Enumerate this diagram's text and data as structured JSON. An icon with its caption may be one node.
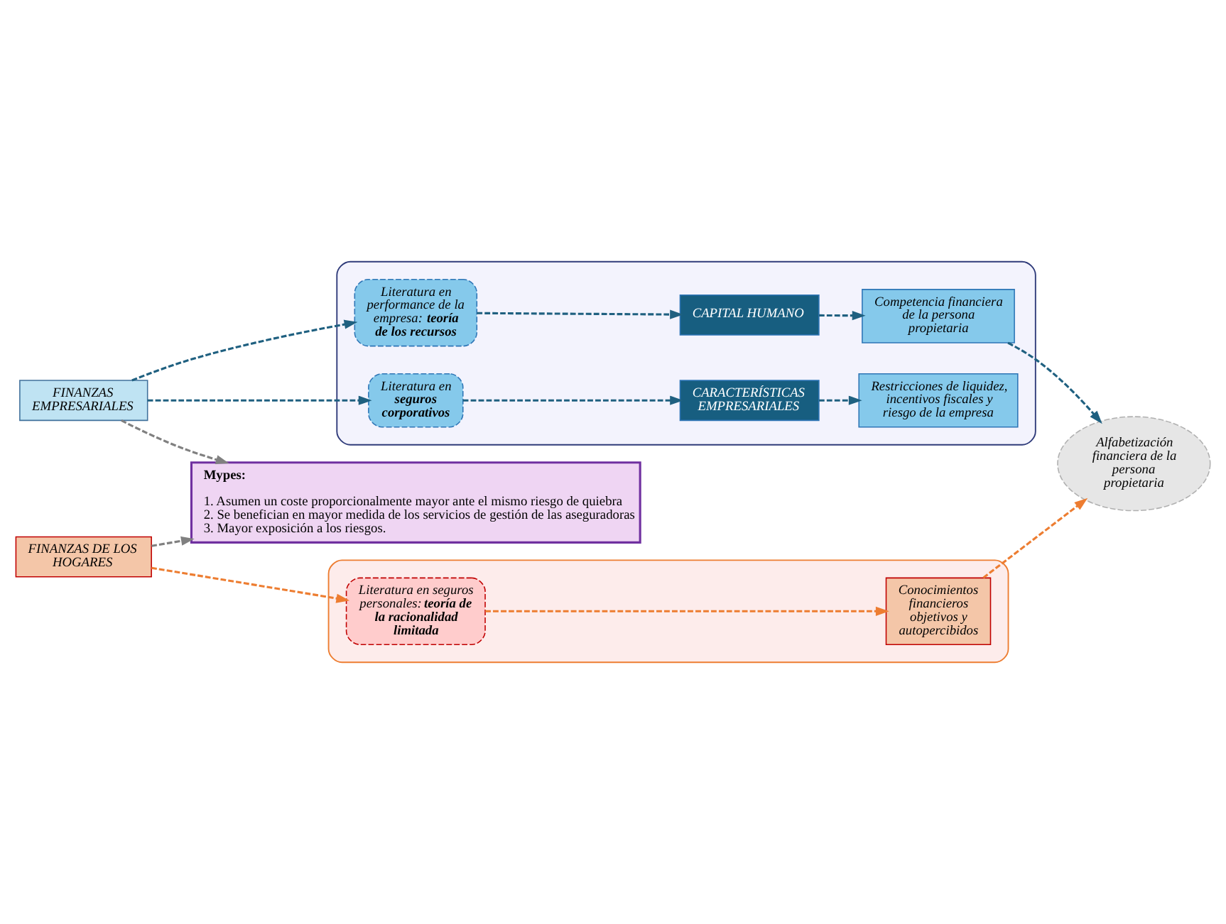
{
  "diagram": {
    "nodes": [
      {
        "text": [],
        "shape": "box"
      },
      {
        "text": [
          "FINANZAS DE LOS HOGARES"
        ]
      },
      {
        "text": [
          "Literatura en seguros personales: **teoría de la racionalidad limitada**"
        ],
        "in": 0
      },
      {
        "text": [
          "Conocimientos financieros objetivos y autopercibidos"
        ],
        "in": 0
      },
      {
        "text": [],
        "shape": "box"
      },
      {
        "text": [
          "Mypes:",
          "1. Asumen un coste proporcionalmente mayor ante el mismo riesgo de quiebra",
          "2. Se benefician en mayor medida de los servicios de gestión de las aseguradoras",
          "3. Mayor exposición a los riesgos."
        ]
      },
      {
        "text": [
          "Alfabetización financiera de la persona propietaria"
        ]
      },
      {
        "text": [
          "FINANZAS EMPRESARIALES"
        ]
      },
      {
        "text": [
          "Literatura en performance de la empresa: **teoría de los recursos**"
        ],
        "in": 4
      },
      {
        "text": [
          "CAPITAL HUMANO"
        ],
        "in": 4
      },
      {
        "text": [
          "Competencia financiera de la persona propietaria"
        ],
        "in": 4
      },
      {
        "text": [
          "Literatura en **seguros corporativos**"
        ],
        "in": 4
      },
      {
        "text": [
          "CARACTERÍSTICAS EMPRESARIALES"
        ],
        "in": 4
      },
      {
        "text": [
          "Restricciones de liquidez, incentivos fiscales y riesgo de la empresa"
        ],
        "in": 4
      }
    ],
    "edges": [
      {
        "from": 1,
        "to": 2,
        "arrow": "to",
        "style": "dashed",
        "color": "#ed7d31"
      },
      {
        "from": 2,
        "to": 3,
        "arrow": "to",
        "style": "dashed",
        "color": "#ed7d31"
      },
      {
        "from": 3,
        "to": 6,
        "arrow": "to",
        "style": "dashed",
        "color": "#ed7d31"
      },
      {
        "from": 1,
        "to": 5,
        "arrow": "to",
        "style": "dashed",
        "color": "#808080"
      },
      {
        "from": 7,
        "to": 5,
        "arrow": "to",
        "style": "dashed",
        "color": "#808080"
      },
      {
        "from": 7,
        "to": 8,
        "arrow": "to",
        "style": "dashed"
      },
      {
        "from": 7,
        "to": 11,
        "arrow": "to",
        "style": "dashed"
      },
      {
        "from": 8,
        "to": 9,
        "arrow": "to",
        "style": "dashed"
      },
      {
        "from": 9,
        "to": 10,
        "arrow": "to",
        "style": "dashed"
      },
      {
        "from": 10,
        "to": 6,
        "arrow": "to",
        "style": "dashed"
      },
      {
        "from": 11,
        "to": 12,
        "arrow": "to",
        "style": "dashed"
      },
      {
        "from": 12,
        "to": 13,
        "arrow": "to",
        "style": "dashed"
      }
    ]
  }
}
